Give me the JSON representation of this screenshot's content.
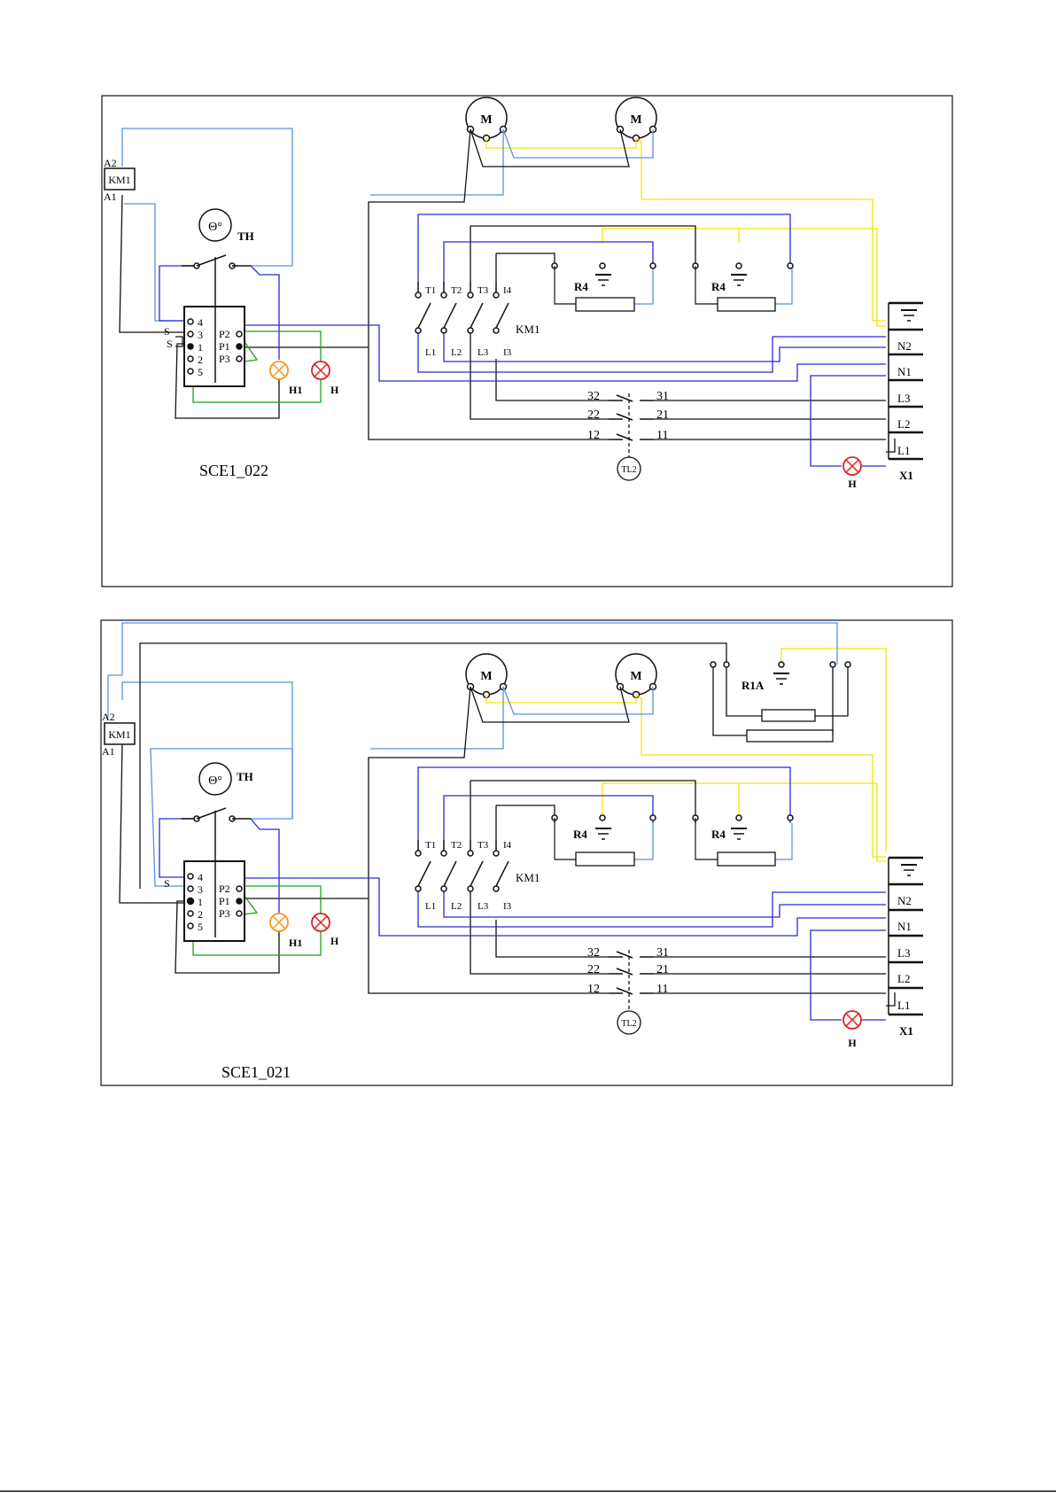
{
  "colors": {
    "black": "#111111",
    "blue": "#2a2ad0",
    "lightblue": "#5b8ee8",
    "yellow": "#f2e600",
    "green": "#1aa31a",
    "orange": "#f09a1c",
    "red": "#e02020"
  },
  "diagrams": [
    {
      "caption": "SCE1_022",
      "motor_label": "M",
      "thermostat_symbol": "Θ°",
      "thermostat_label": "TH",
      "coil_label": "KM1",
      "coil_a2": "A2",
      "coil_a1": "A1",
      "selector_left_pins": [
        "4",
        "3",
        "1",
        "2",
        "5"
      ],
      "selector_right_pins": [
        "P2",
        "P1",
        "P3"
      ],
      "s_labels": [
        "S",
        "S"
      ],
      "lamp_h1": "H1",
      "lamp_h": "H",
      "contactor_top": [
        "T1",
        "T2",
        "T3",
        "I4"
      ],
      "contactor_bottom": [
        "L1",
        "L2",
        "L3",
        "I3"
      ],
      "contactor_name": "KM1",
      "resistor_label": "R4",
      "switch_left": [
        "32",
        "22",
        "12"
      ],
      "switch_right": [
        "31",
        "21",
        "11"
      ],
      "switch_name": "TL2",
      "terminals": [
        "N2",
        "N1",
        "L3",
        "L2",
        "L1"
      ],
      "terminal_block": "X1",
      "bottom_lamp": "H"
    },
    {
      "caption": "SCE1_021",
      "motor_label": "M",
      "thermostat_symbol": "Θ°",
      "thermostat_label": "TH",
      "coil_label": "KM1",
      "coil_a2": "A2",
      "coil_a1": "A1",
      "selector_left_pins": [
        "4",
        "3",
        "1",
        "2",
        "5"
      ],
      "selector_right_pins": [
        "P2",
        "P1",
        "P3"
      ],
      "s_labels": [
        "S"
      ],
      "lamp_h1": "H1",
      "lamp_h": "H",
      "contactor_top": [
        "T1",
        "T2",
        "T3",
        "I4"
      ],
      "contactor_bottom": [
        "L1",
        "L2",
        "L3",
        "I3"
      ],
      "contactor_name": "KM1",
      "resistor_label": "R4",
      "extra_resistor_label": "R1A",
      "switch_left": [
        "32",
        "22",
        "12"
      ],
      "switch_right": [
        "31",
        "21",
        "11"
      ],
      "switch_name": "TL2",
      "terminals": [
        "N2",
        "N1",
        "L3",
        "L2",
        "L1"
      ],
      "terminal_block": "X1",
      "bottom_lamp": "H"
    }
  ]
}
